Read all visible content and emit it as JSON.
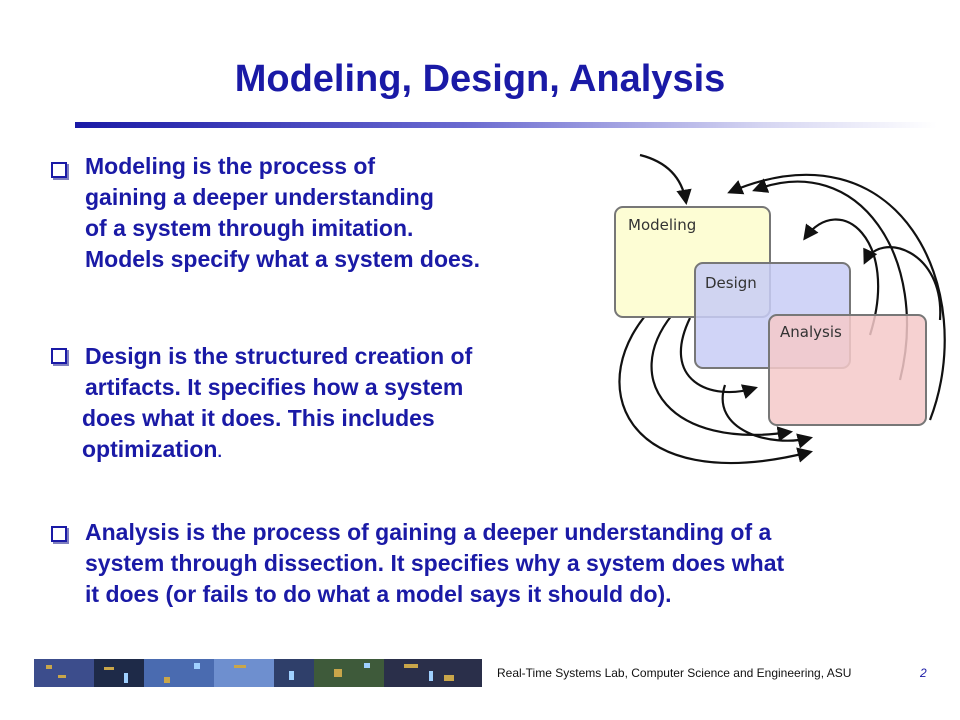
{
  "slide": {
    "title": "Modeling, Design, Analysis",
    "bullets": [
      {
        "lines": [
          "Modeling is the process of",
          "gaining a deeper understanding",
          "of a system through imitation.",
          "Models specify what a system does."
        ]
      },
      {
        "lines": [
          "Design is the structured creation of",
          "artifacts. It specifies how a system",
          "does what it does. This includes",
          "optimization"
        ],
        "trailing": "."
      },
      {
        "lines": [
          "Analysis is the process of gaining a deeper understanding of a",
          "system through dissection.  It specifies why a system does what",
          "it does (or fails to do what a model says it should do)."
        ]
      }
    ]
  },
  "diagram": {
    "boxes": [
      {
        "label": "Modeling",
        "fill": "#fdfdd4"
      },
      {
        "label": "Design",
        "fill": "#c8ccf6"
      },
      {
        "label": "Analysis",
        "fill": "#f5c9c9"
      }
    ],
    "border_color": "#777777",
    "arrow_color": "#111111"
  },
  "footer": {
    "text": "Real-Time Systems Lab, Computer Science and Engineering, ASU",
    "page": "2"
  },
  "colors": {
    "title": "#1a1aa6",
    "bullet_text": "#1a1aa6"
  }
}
